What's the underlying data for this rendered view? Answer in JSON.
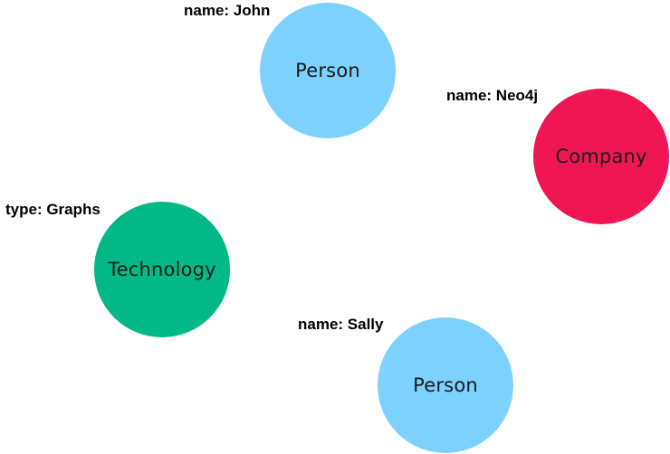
{
  "colors": {
    "person": "#7dd1fe",
    "company": "#f01653",
    "technology": "#00b986"
  },
  "nodes": [
    {
      "label": "Person",
      "property": "name: John",
      "color": "#7dd1fe"
    },
    {
      "label": "Company",
      "property": "name: Neo4j",
      "color": "#f01653"
    },
    {
      "label": "Technology",
      "property": "type: Graphs",
      "color": "#00b986"
    },
    {
      "label": "Person",
      "property": "name: Sally",
      "color": "#7dd1fe"
    }
  ]
}
